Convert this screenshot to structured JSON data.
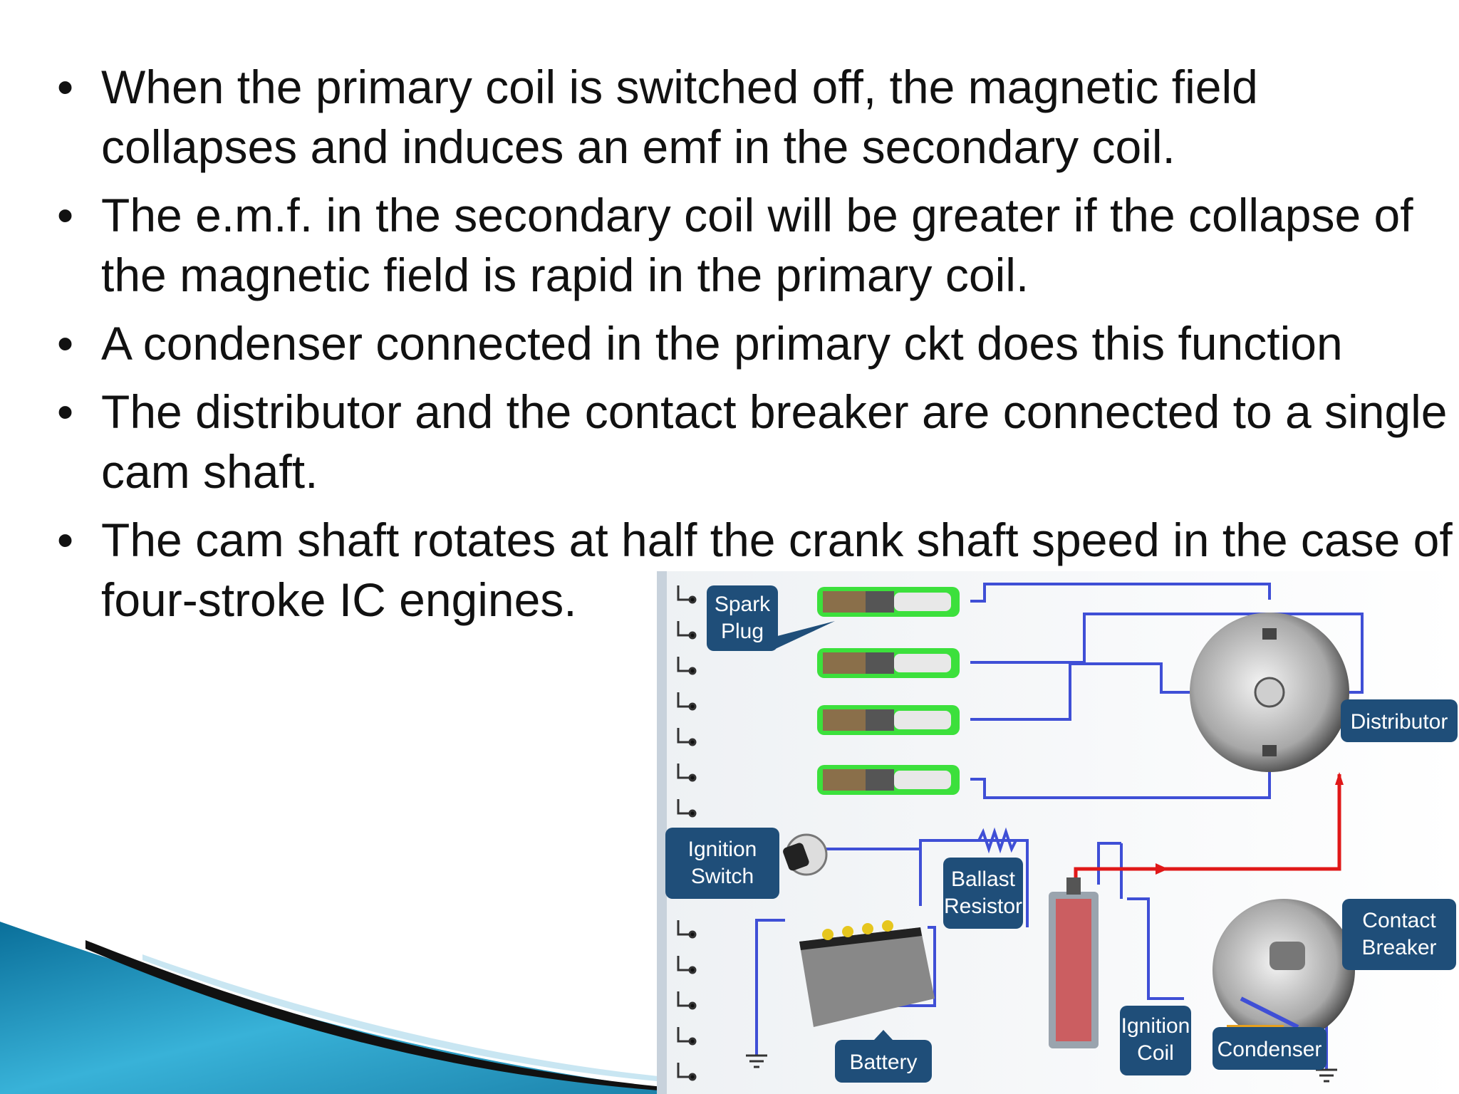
{
  "bullets": [
    "When the primary coil is switched off, the magnetic field collapses and induces an emf in the secondary coil.",
    "The e.m.f. in the secondary coil will be greater if the collapse of the magnetic field is rapid in the primary coil.",
    "A condenser connected in the primary ckt does this function",
    "The distributor and the contact breaker are connected to a single cam shaft.",
    "The cam shaft rotates at half the crank shaft speed in the case of four-stroke IC engines."
  ],
  "diagram": {
    "labels": {
      "spark_plug_1": "Spark",
      "spark_plug_2": "Plug",
      "distributor": "Distributor",
      "ignition_switch_1": "Ignition",
      "ignition_switch_2": "Switch",
      "ballast_1": "Ballast",
      "ballast_2": "Resistor",
      "contact_breaker_1": "Contact",
      "contact_breaker_2": "Breaker",
      "ignition_coil_1": "Ignition",
      "ignition_coil_2": "Coil",
      "condenser": "Condenser",
      "battery": "Battery"
    },
    "colors": {
      "wire_primary": "#3f4fd6",
      "wire_secondary": "#e01818",
      "label_bg": "#1f4e79",
      "plug_glow": "#3ce03c"
    }
  }
}
